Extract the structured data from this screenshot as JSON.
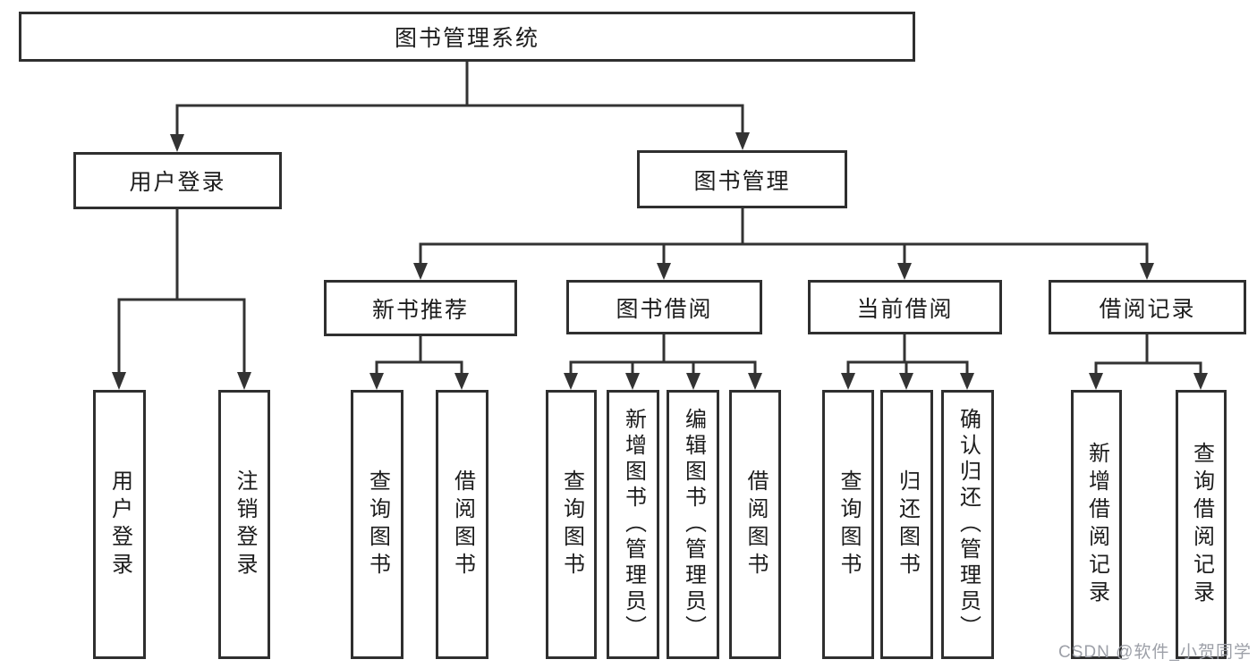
{
  "tree": {
    "label": "图书管理系统",
    "children": [
      {
        "label": "用户登录",
        "children": [
          {
            "label": "用户登录"
          },
          {
            "label": "注销登录"
          }
        ]
      },
      {
        "label": "图书管理",
        "children": [
          {
            "label": "新书推荐",
            "children": [
              {
                "label": "查询图书"
              },
              {
                "label": "借阅图书"
              }
            ]
          },
          {
            "label": "图书借阅",
            "children": [
              {
                "label": "查询图书"
              },
              {
                "label": "新增图书（管理员）"
              },
              {
                "label": "编辑图书（管理员）"
              },
              {
                "label": "借阅图书"
              }
            ]
          },
          {
            "label": "当前借阅",
            "children": [
              {
                "label": "查询图书"
              },
              {
                "label": "归还图书"
              },
              {
                "label": "确认归还（管理员）"
              }
            ]
          },
          {
            "label": "借阅记录",
            "children": [
              {
                "label": "新增借阅记录"
              },
              {
                "label": "查询借阅记录"
              }
            ]
          }
        ]
      }
    ]
  },
  "watermark": "CSDN @软件_小贺同学",
  "colors": {
    "line": "#333333",
    "box_border": "#2f2f2f",
    "text": "#1c1c1c",
    "watermark": "#9da0a8",
    "background": "#ffffff"
  }
}
